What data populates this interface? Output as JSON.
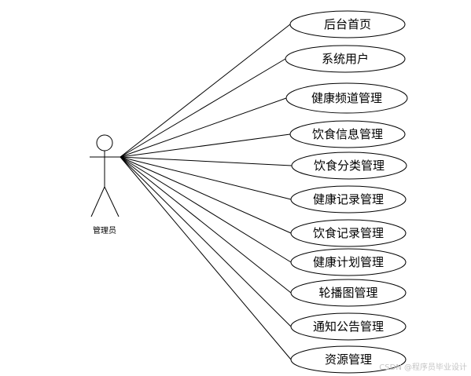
{
  "actor": {
    "label": "管理员"
  },
  "use_cases": [
    {
      "label": "后台首页"
    },
    {
      "label": "系统用户"
    },
    {
      "label": "健康频道管理"
    },
    {
      "label": "饮食信息管理"
    },
    {
      "label": "饮食分类管理"
    },
    {
      "label": "健康记录管理"
    },
    {
      "label": "饮食记录管理"
    },
    {
      "label": "健康计划管理"
    },
    {
      "label": "轮播图管理"
    },
    {
      "label": "通知公告管理"
    },
    {
      "label": "资源管理"
    }
  ],
  "watermark": "CSDN @程序员毕业设计"
}
